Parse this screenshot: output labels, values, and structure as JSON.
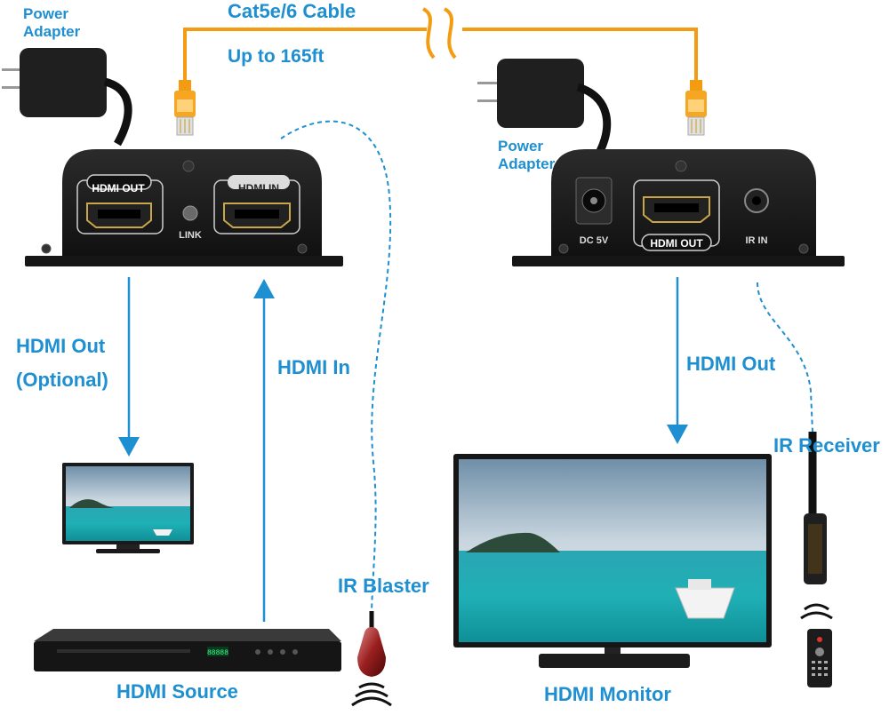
{
  "labels": {
    "tx_power_adapter_line1": "Power",
    "tx_power_adapter_line2": "Adapter",
    "cable_name": "Cat5e/6 Cable",
    "cable_length": "Up to 165ft",
    "rx_power_adapter_line1": "Power",
    "rx_power_adapter_line2": "Adapter",
    "hdmi_out_optional_line1": "HDMI Out",
    "hdmi_out_optional_line2": "(Optional)",
    "hdmi_in": "HDMI In",
    "hdmi_out_rx": "HDMI Out",
    "ir_receiver": "IR Receiver",
    "ir_blaster": "IR Blaster",
    "hdmi_source": "HDMI Source",
    "hdmi_monitor": "HDMI Monitor"
  },
  "transmitter": {
    "port_hdmi_out": "HDMI OUT",
    "port_hdmi_in": "HDMI IN",
    "led_label": "LINK"
  },
  "receiver": {
    "port_dc": "DC 5V",
    "port_hdmi_out": "HDMI OUT",
    "port_ir": "IR IN"
  },
  "player": {
    "display": "88888"
  },
  "colors": {
    "accent": "#1e8fd0",
    "cable": "#f39c12",
    "device": "#1a1a1a"
  }
}
